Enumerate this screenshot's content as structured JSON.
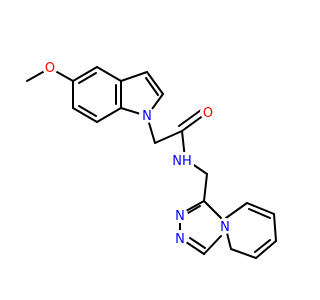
{
  "molecule": {
    "colors": {
      "bond": "#000000",
      "oxygen": "#ff0000",
      "nitrogen": "#0000ff",
      "background": "#ffffff"
    },
    "atom_labels": {
      "methoxy_oxygen": "O",
      "indole_nitrogen": "N",
      "carbonyl_oxygen": "O",
      "amide_nh": "NH",
      "triazole_n_upper": "N",
      "triazole_n_lower": "N",
      "bridgehead_nitrogen": "N"
    }
  }
}
